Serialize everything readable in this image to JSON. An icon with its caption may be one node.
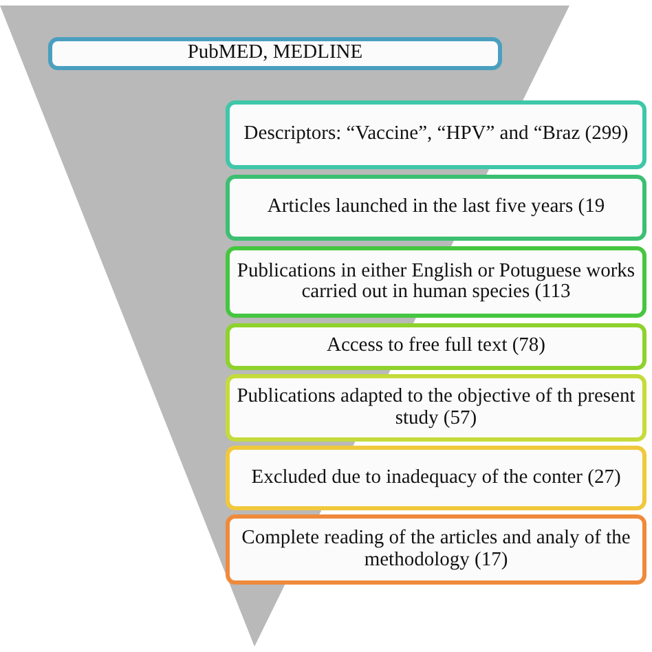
{
  "diagram": {
    "nodes": [
      {
        "text": [
          "PubMED, MEDLINE"
        ]
      },
      {
        "text": [
          "Descriptors: “Vaccine”, “HPV” and “Braz (299)"
        ]
      },
      {
        "text": [
          "Articles launched in the last five years (19"
        ]
      },
      {
        "text": [
          "Publications in either English or Potuguese works carried out in human species (113"
        ]
      },
      {
        "text": [
          "Access to free full text (78)"
        ]
      },
      {
        "text": [
          "Publications adapted to the objective of th present study (57)"
        ]
      },
      {
        "text": [
          "Excluded due to inadequacy of the conter (27)"
        ]
      },
      {
        "text": [
          "Complete reading of the articles and analy of the methodology (17)"
        ]
      }
    ]
  }
}
